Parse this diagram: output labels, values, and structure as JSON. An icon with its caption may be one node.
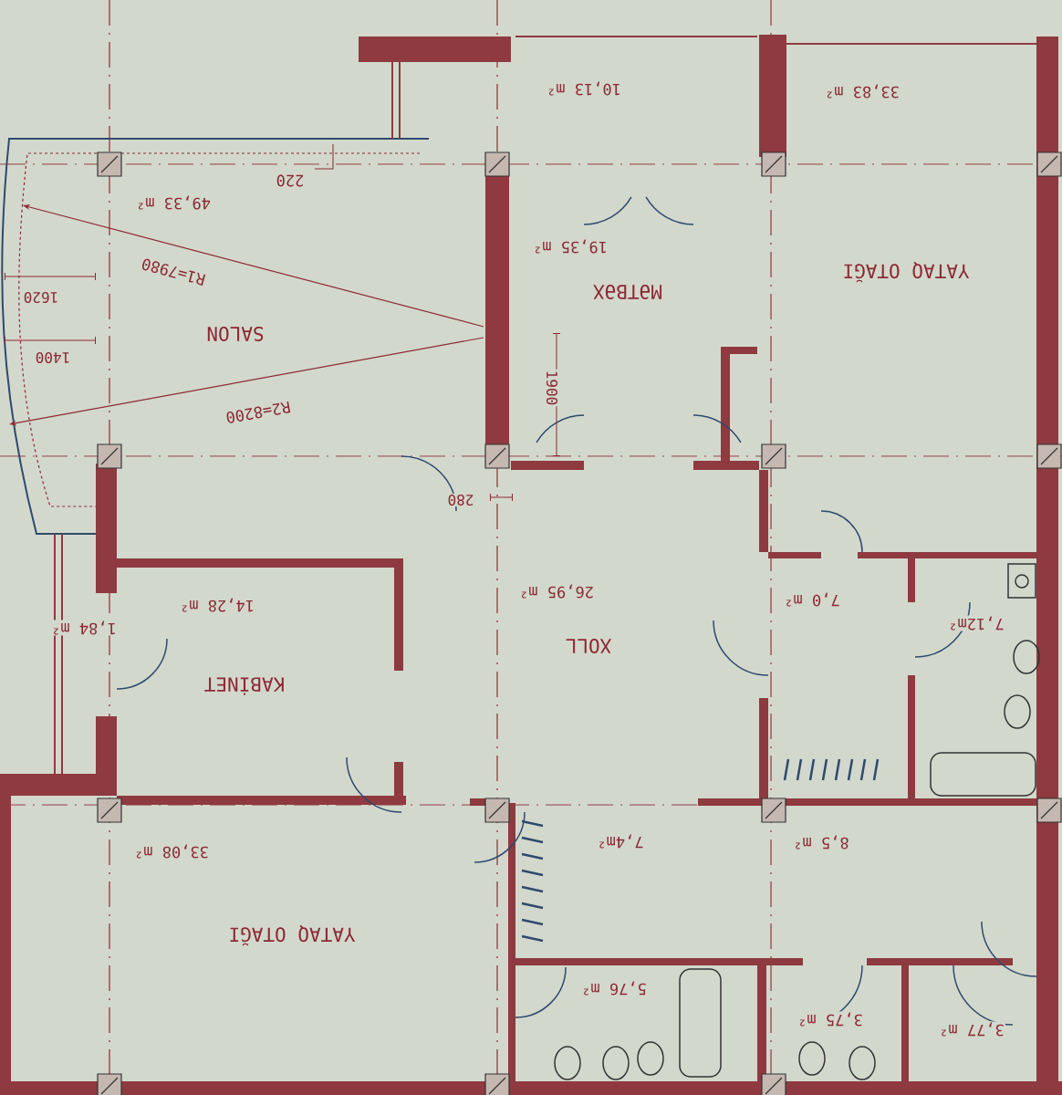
{
  "diagram": {
    "labels": [
      "10,13 m²",
      "33,83 m²",
      "220",
      "49,33 m²",
      "19,35 m²",
      "MƏTBƏX",
      "YATAQ OTAĞI",
      "1620",
      "R1=7980",
      "SALON",
      "1400",
      "R2=8200",
      "1900",
      "280",
      "26,95 m²",
      "XOLL",
      "7,0 m²",
      "7,12m²",
      "1,84 m²",
      "14,28 m²",
      "KABİNET",
      "33,08 m²",
      "YATAQ OTAĞI",
      "7,4m²",
      "8,5 m²",
      "5,76 m²",
      "3,75 m²",
      "3,77 m²"
    ]
  }
}
